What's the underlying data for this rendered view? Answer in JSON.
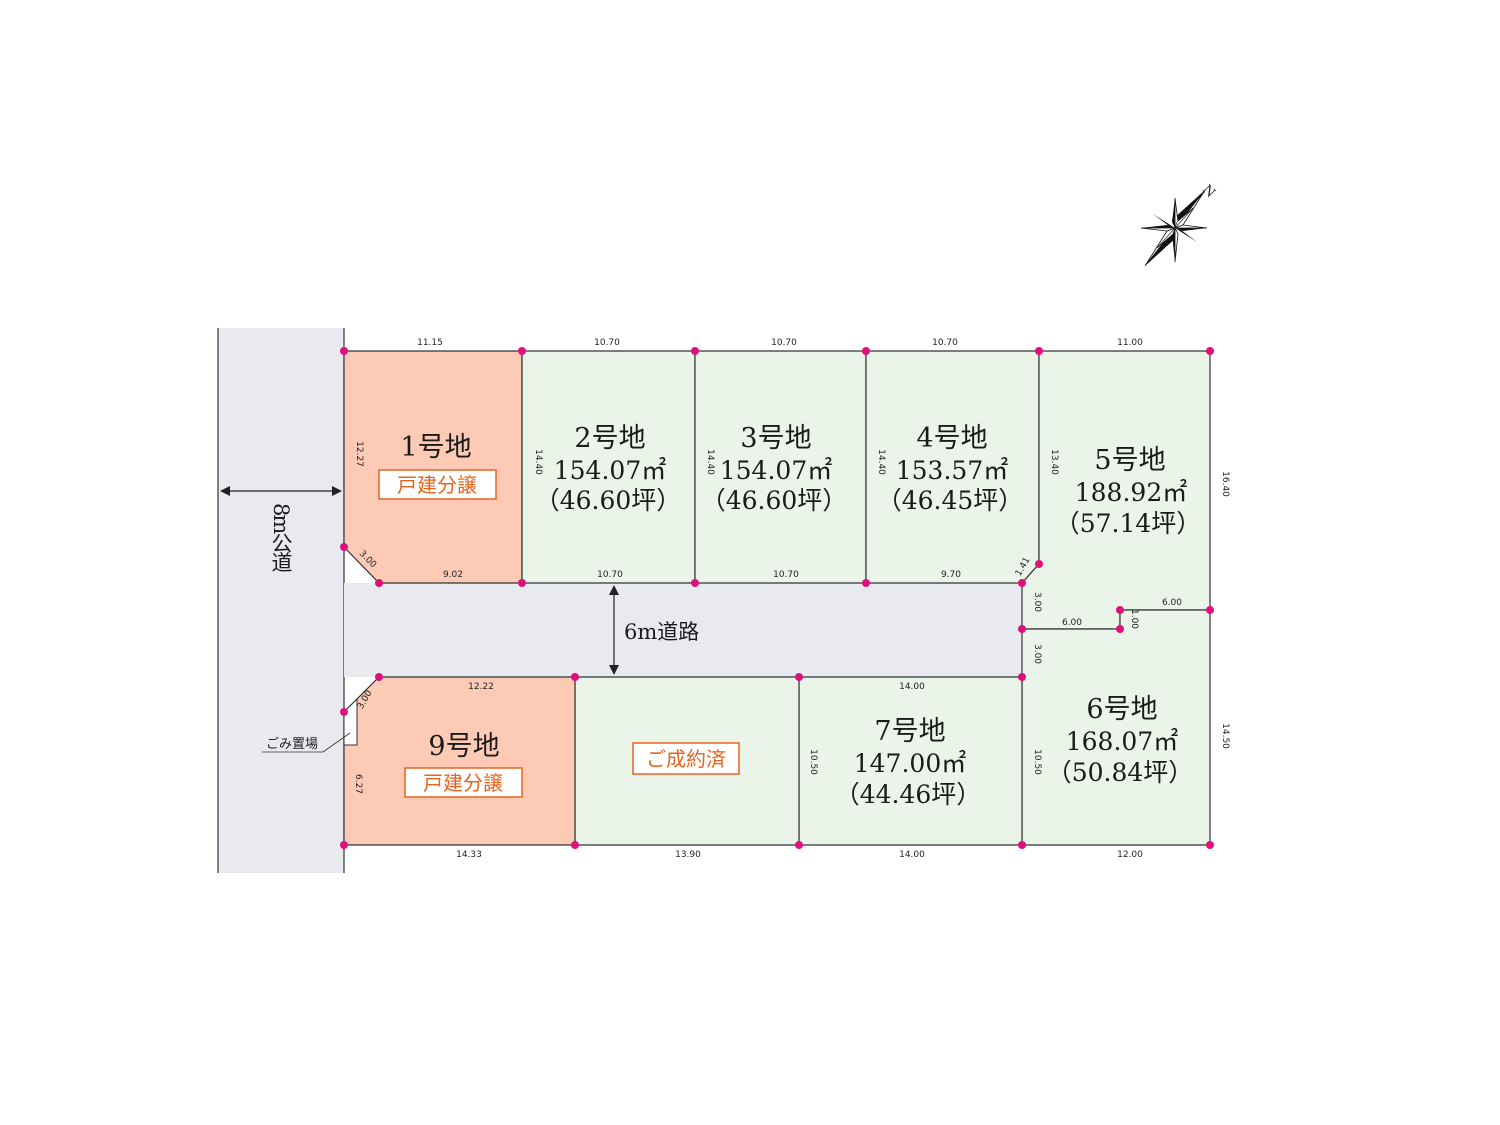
{
  "roads": {
    "public_road": "8m公道",
    "private_road": "6m道路",
    "garbage": "ごみ置場"
  },
  "compass": {
    "north": "N"
  },
  "colors": {
    "sale_lot": "#fdcbb5",
    "available_lot": "#eaf4e8",
    "road": "#e8eaef",
    "vertex": "#e0107a",
    "badge": "#e8641e"
  },
  "lots": [
    {
      "id": "1",
      "name": "1号地",
      "badge": "戸建分譲",
      "status": "sale"
    },
    {
      "id": "2",
      "name": "2号地",
      "area": "154.07㎡",
      "tsubo": "（46.60坪）",
      "status": "available"
    },
    {
      "id": "3",
      "name": "3号地",
      "area": "154.07㎡",
      "tsubo": "（46.60坪）",
      "status": "available"
    },
    {
      "id": "4",
      "name": "4号地",
      "area": "153.57㎡",
      "tsubo": "（46.45坪）",
      "status": "available"
    },
    {
      "id": "5",
      "name": "5号地",
      "area": "188.92㎡",
      "tsubo": "（57.14坪）",
      "status": "available"
    },
    {
      "id": "6",
      "name": "6号地",
      "area": "168.07㎡",
      "tsubo": "（50.84坪）",
      "status": "available"
    },
    {
      "id": "7",
      "name": "7号地",
      "area": "147.00㎡",
      "tsubo": "（44.46坪）",
      "status": "available"
    },
    {
      "id": "8",
      "badge": "ご成約済",
      "status": "sold"
    },
    {
      "id": "9",
      "name": "9号地",
      "badge": "戸建分譲",
      "status": "sale"
    }
  ],
  "dimensions": {
    "top_1": "11.15",
    "top_2": "10.70",
    "top_3": "10.70",
    "top_4": "10.70",
    "top_5": "11.00",
    "bot_1": "9.02",
    "bot_2": "10.70",
    "bot_3": "10.70",
    "bot_4": "9.70",
    "side_1": "12.27",
    "corner_1": "3.00",
    "side_2": "14.40",
    "side_3": "14.40",
    "side_4": "14.40",
    "side_5": "13.40",
    "corner_4": "1.41",
    "side_5r": "16.40",
    "road_a": "3.00",
    "road_b": "3.00",
    "mid_6a": "6.00",
    "mid_6b": "1.00",
    "mid_6c": "6.00",
    "top_9": "12.22",
    "corner_9": "3.00",
    "side_9": "6.27",
    "bot_9": "14.33",
    "bot_8": "13.90",
    "top_7": "14.00",
    "side_7": "10.50",
    "bot_7": "14.00",
    "side_6": "10.50",
    "side_6r": "14.50",
    "bot_6": "12.00"
  }
}
